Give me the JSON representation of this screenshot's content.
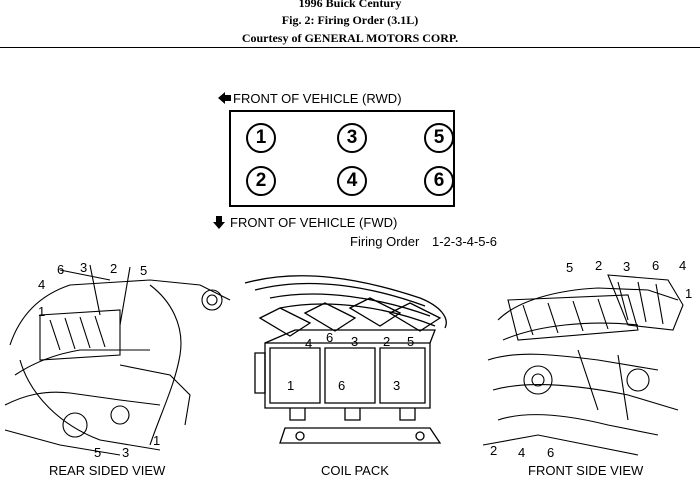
{
  "header": {
    "line1": "1996 Buick Century",
    "line2": "Fig. 2: Firing Order (3.1L)",
    "line3": "Courtesy of GENERAL MOTORS CORP."
  },
  "diagram": {
    "rwd_label": "FRONT OF VEHICLE (RWD)",
    "fwd_label": "FRONT OF VEHICLE (FWD)",
    "firing_order_label": "Firing Order",
    "firing_order_value": "1-2-3-4-5-6",
    "cylinders_top": [
      "1",
      "3",
      "5"
    ],
    "cylinders_bottom": [
      "2",
      "4",
      "6"
    ]
  },
  "rear_view": {
    "caption": "REAR SIDED VIEW",
    "callouts": [
      "6",
      "3",
      "2",
      "5",
      "4",
      "1",
      "5",
      "3",
      "1"
    ]
  },
  "coil_pack": {
    "caption": "COIL PACK",
    "tower_labels": [
      "4",
      "6",
      "3",
      "2",
      "5"
    ],
    "body_labels": [
      "1",
      "6",
      "3"
    ]
  },
  "front_view": {
    "caption": "FRONT SIDE VIEW",
    "callouts": [
      "5",
      "2",
      "3",
      "6",
      "4",
      "1",
      "2",
      "4",
      "6"
    ]
  }
}
